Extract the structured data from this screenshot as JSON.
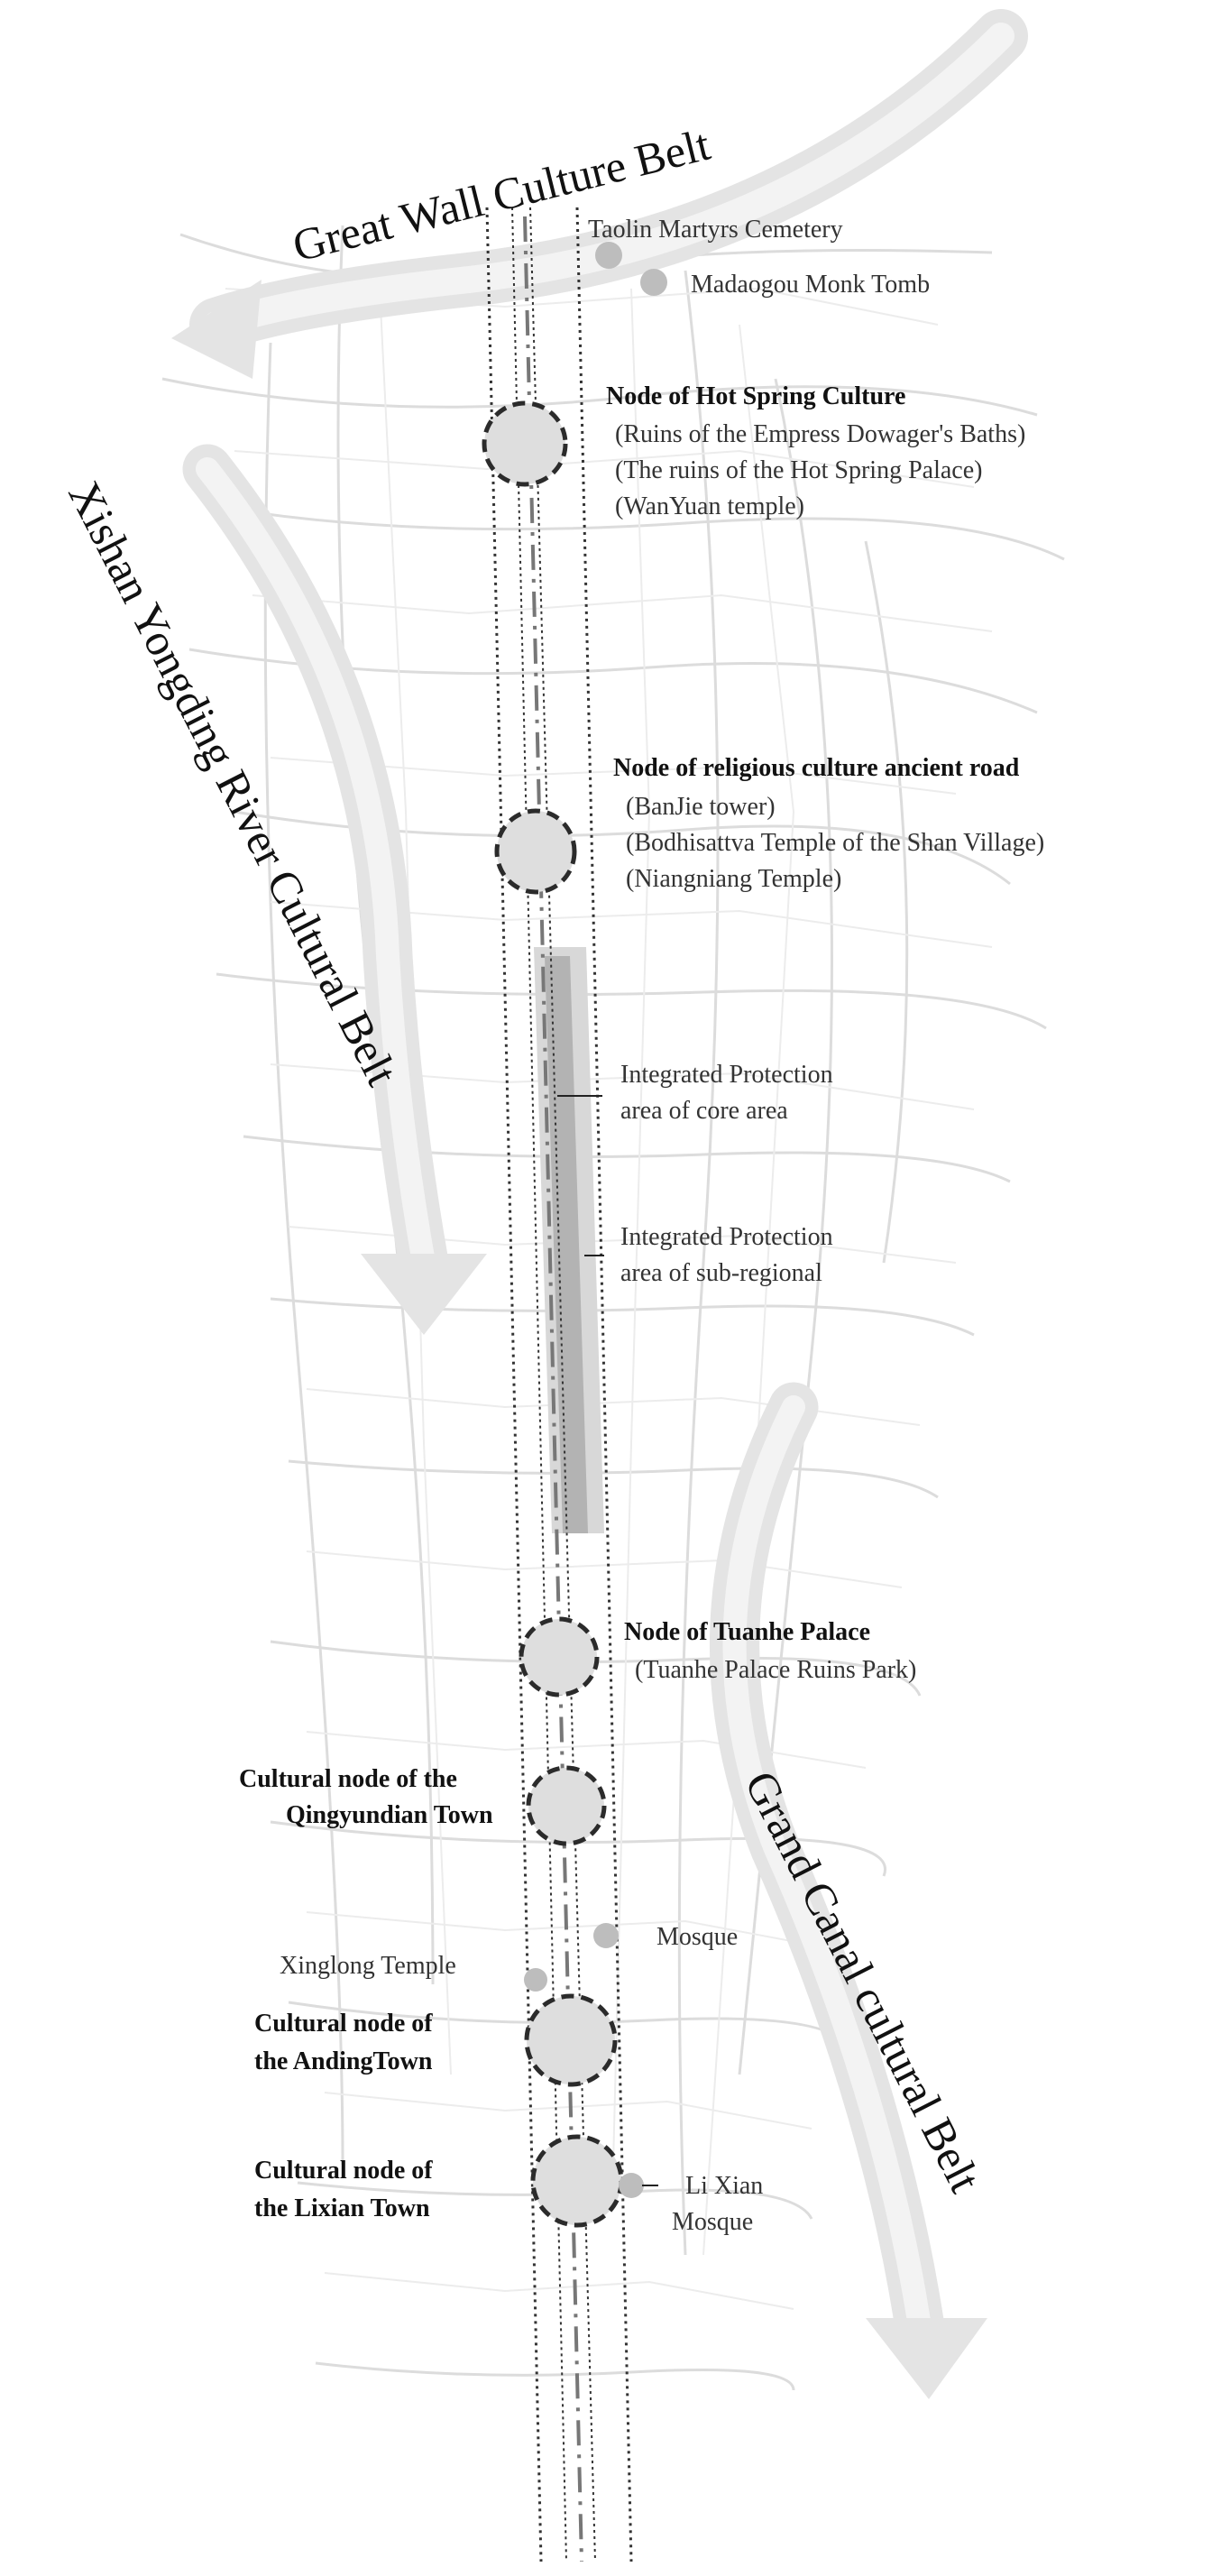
{
  "belts": {
    "great_wall": "Great Wall Culture Belt",
    "xishan": "Xishan Yongding River Cultural Belt",
    "grand_canal": "Grand Canal cultural Belt"
  },
  "sites": {
    "taolin": "Taolin Martyrs Cemetery",
    "madaogou": "Madaogou Monk Tomb",
    "mosque": "Mosque",
    "xinglong": "Xinglong Temple",
    "lixian_mosque_1": "Li Xian",
    "lixian_mosque_2": "Mosque"
  },
  "nodes": {
    "hot_spring": {
      "title": "Node of Hot Spring Culture",
      "items": [
        "(Ruins of the Empress Dowager's Baths)",
        "(The ruins of the Hot Spring Palace)",
        "(WanYuan temple)"
      ]
    },
    "religious": {
      "title": "Node of religious culture ancient road",
      "items": [
        "(BanJie tower)",
        "(Bodhisattva Temple of the Shan Village)",
        "(Niangniang Temple)"
      ]
    },
    "tuanhe": {
      "title": "Node of Tuanhe Palace",
      "items": [
        "(Tuanhe Palace Ruins Park)"
      ]
    },
    "qingyundian": {
      "line1": "Cultural node of the",
      "line2": "Qingyundian Town"
    },
    "anding": {
      "line1": "Cultural node of",
      "line2": "the AndingTown"
    },
    "lixian": {
      "line1": "Cultural node of",
      "line2": "the Lixian Town"
    }
  },
  "areas": {
    "core": {
      "line1": "Integrated Protection",
      "line2": "area of core area"
    },
    "subregional": {
      "line1": "Integrated Protection",
      "line2": "area of sub-regional"
    }
  },
  "colors": {
    "background": "#ffffff",
    "roads": "#dcdcdc",
    "belt_arrow": "#e4e4e4",
    "node_fill": "#dedede",
    "node_stroke": "#2b2b2b",
    "core_area": "#b3b3b3",
    "site_dot": "#bdbdbd"
  }
}
